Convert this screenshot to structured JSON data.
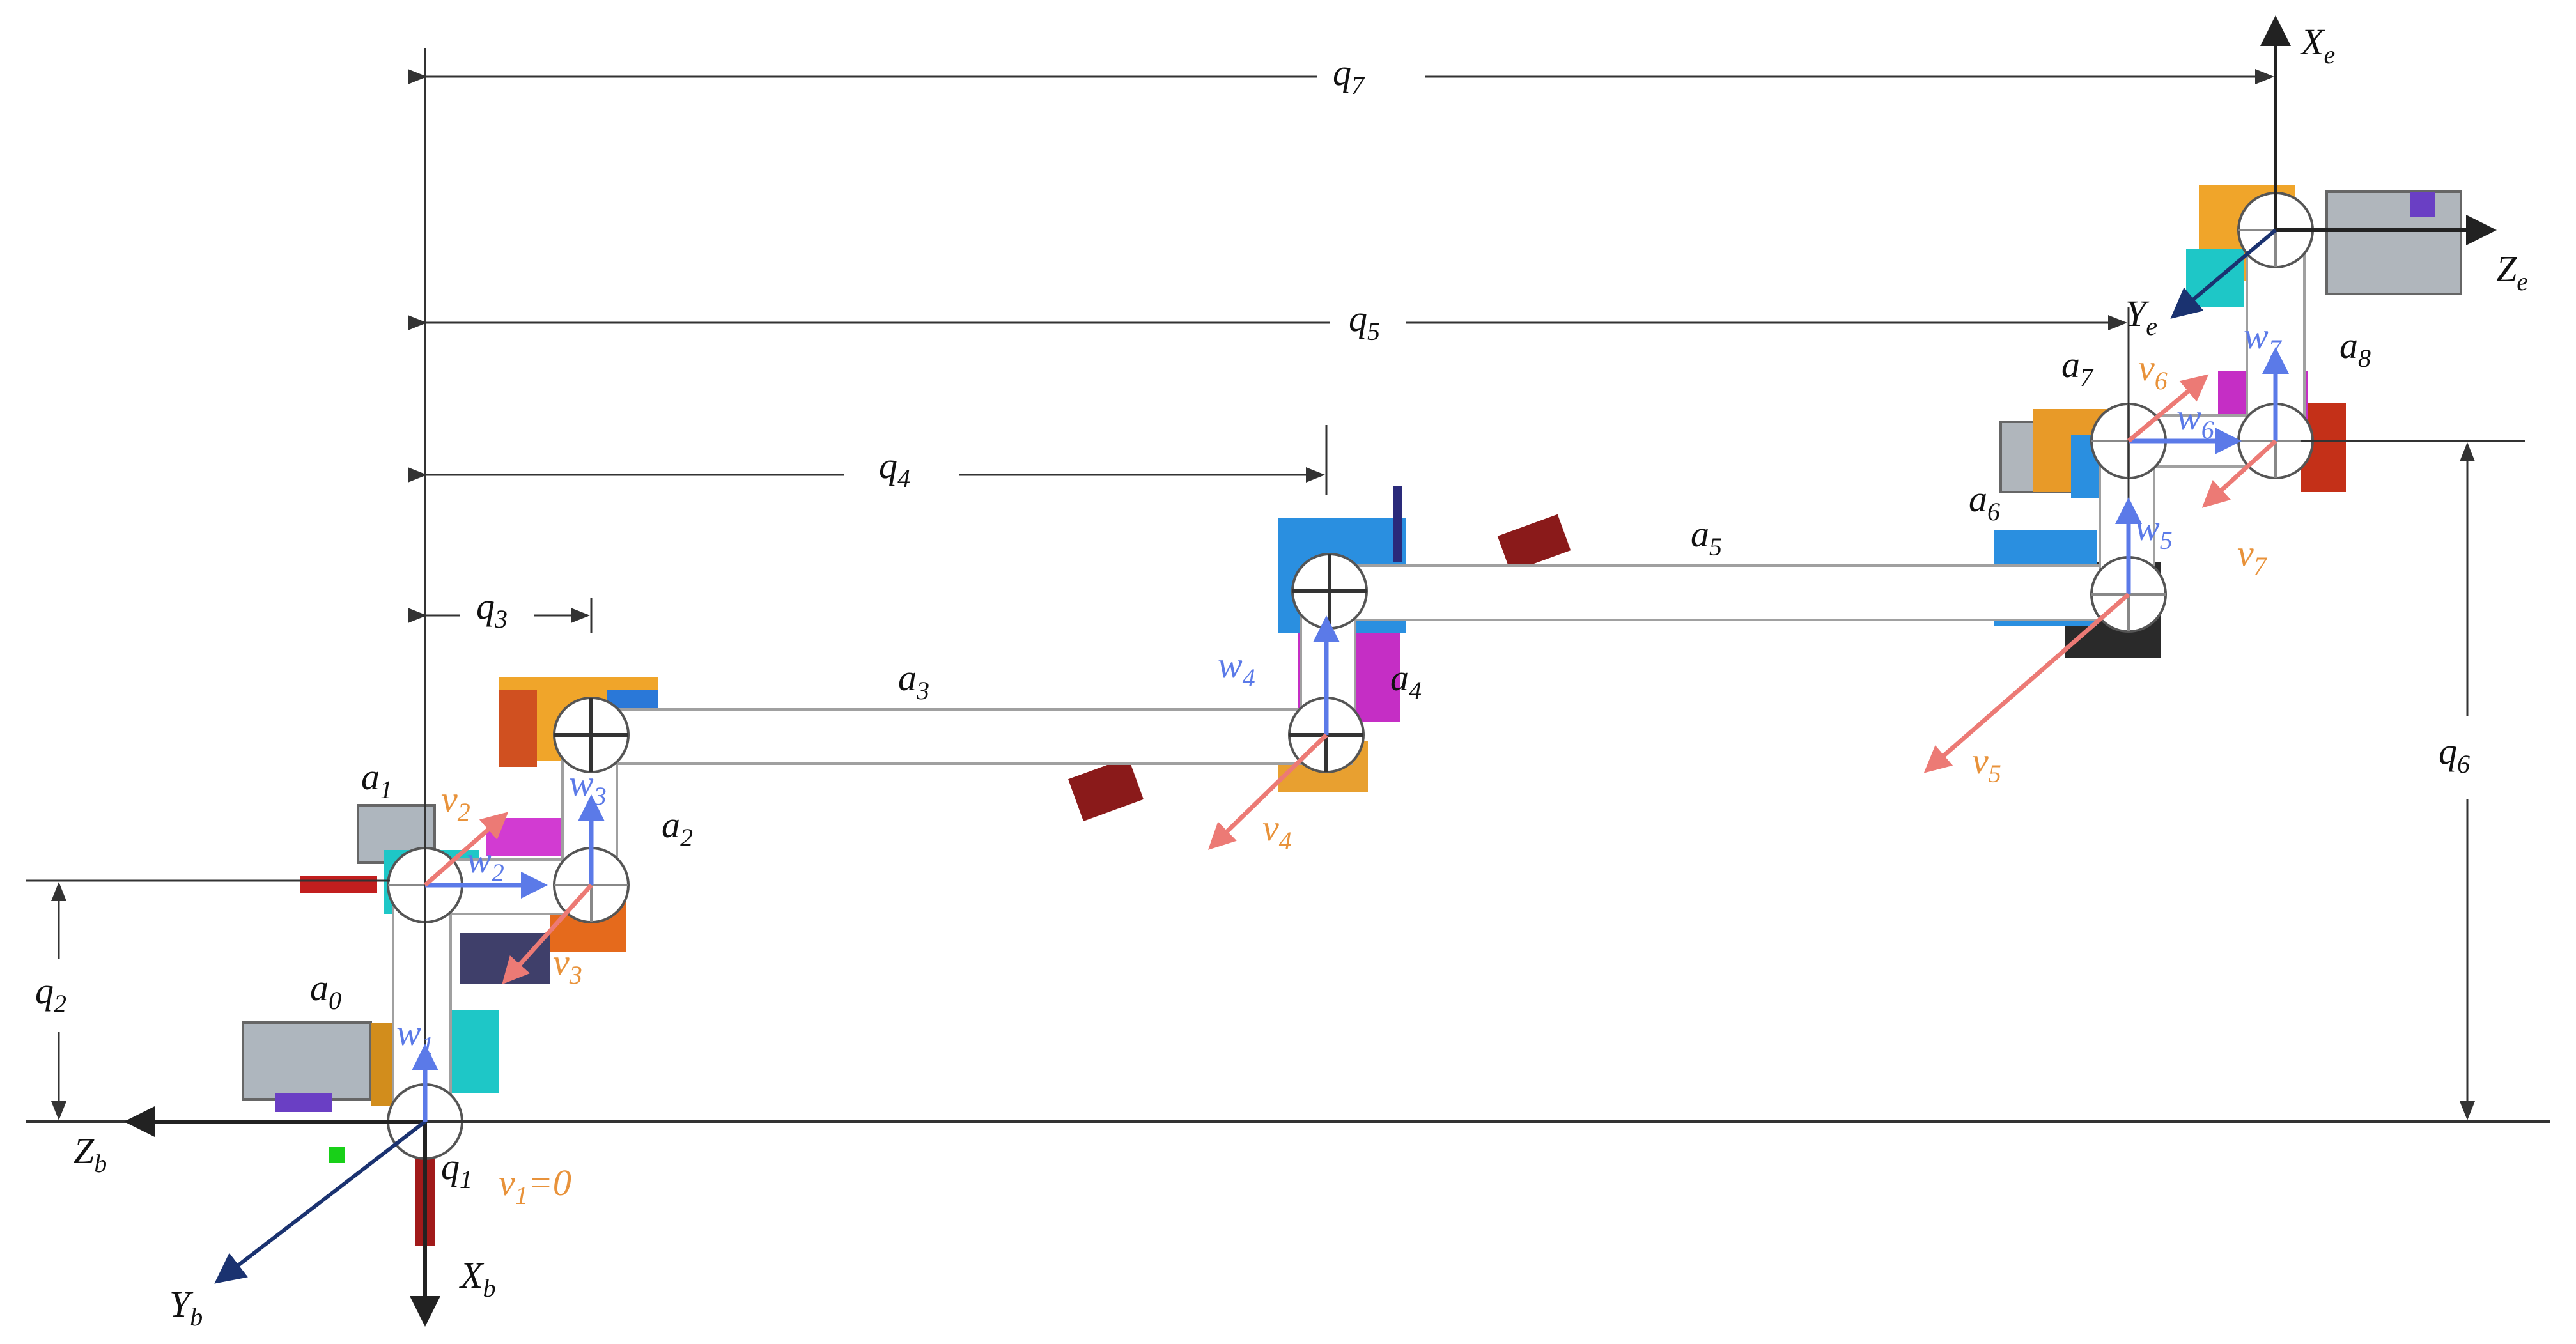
{
  "colors": {
    "dimension_line": "#333333",
    "axis": "#222222",
    "w_vector": "#5b7ae8",
    "v_vector": "#ec7a75",
    "v_label": "#e8923a",
    "y_axis": "#1a3270",
    "link_fill": "#ffffff",
    "link_stroke": "#aaaaaa"
  },
  "labels": {
    "q1": {
      "base": "q",
      "sub": "1"
    },
    "q2": {
      "base": "q",
      "sub": "2"
    },
    "q3": {
      "base": "q",
      "sub": "3"
    },
    "q4": {
      "base": "q",
      "sub": "4"
    },
    "q5": {
      "base": "q",
      "sub": "5"
    },
    "q6": {
      "base": "q",
      "sub": "6"
    },
    "q7": {
      "base": "q",
      "sub": "7"
    },
    "a0": {
      "base": "a",
      "sub": "0"
    },
    "a1": {
      "base": "a",
      "sub": "1"
    },
    "a2": {
      "base": "a",
      "sub": "2"
    },
    "a3": {
      "base": "a",
      "sub": "3"
    },
    "a4": {
      "base": "a",
      "sub": "4"
    },
    "a5": {
      "base": "a",
      "sub": "5"
    },
    "a6": {
      "base": "a",
      "sub": "6"
    },
    "a7": {
      "base": "a",
      "sub": "7"
    },
    "a8": {
      "base": "a",
      "sub": "8"
    },
    "w1": {
      "base": "w",
      "sub": "1"
    },
    "w2": {
      "base": "w",
      "sub": "2"
    },
    "w3": {
      "base": "w",
      "sub": "3"
    },
    "w4": {
      "base": "w",
      "sub": "4"
    },
    "w5": {
      "base": "w",
      "sub": "5"
    },
    "w6": {
      "base": "w",
      "sub": "6"
    },
    "w7": {
      "base": "w",
      "sub": "7"
    },
    "v1": {
      "base": "v",
      "sub": "1",
      "suffix": "=0"
    },
    "v2": {
      "base": "v",
      "sub": "2"
    },
    "v3": {
      "base": "v",
      "sub": "3"
    },
    "v4": {
      "base": "v",
      "sub": "4"
    },
    "v5": {
      "base": "v",
      "sub": "5"
    },
    "v6": {
      "base": "v",
      "sub": "6"
    },
    "v7": {
      "base": "v",
      "sub": "7"
    },
    "Xb": {
      "base": "X",
      "sub": "b"
    },
    "Yb": {
      "base": "Y",
      "sub": "b"
    },
    "Zb": {
      "base": "Z",
      "sub": "b"
    },
    "Xe": {
      "base": "X",
      "sub": "e"
    },
    "Ye": {
      "base": "Y",
      "sub": "e"
    },
    "Ze": {
      "base": "Z",
      "sub": "e"
    }
  }
}
